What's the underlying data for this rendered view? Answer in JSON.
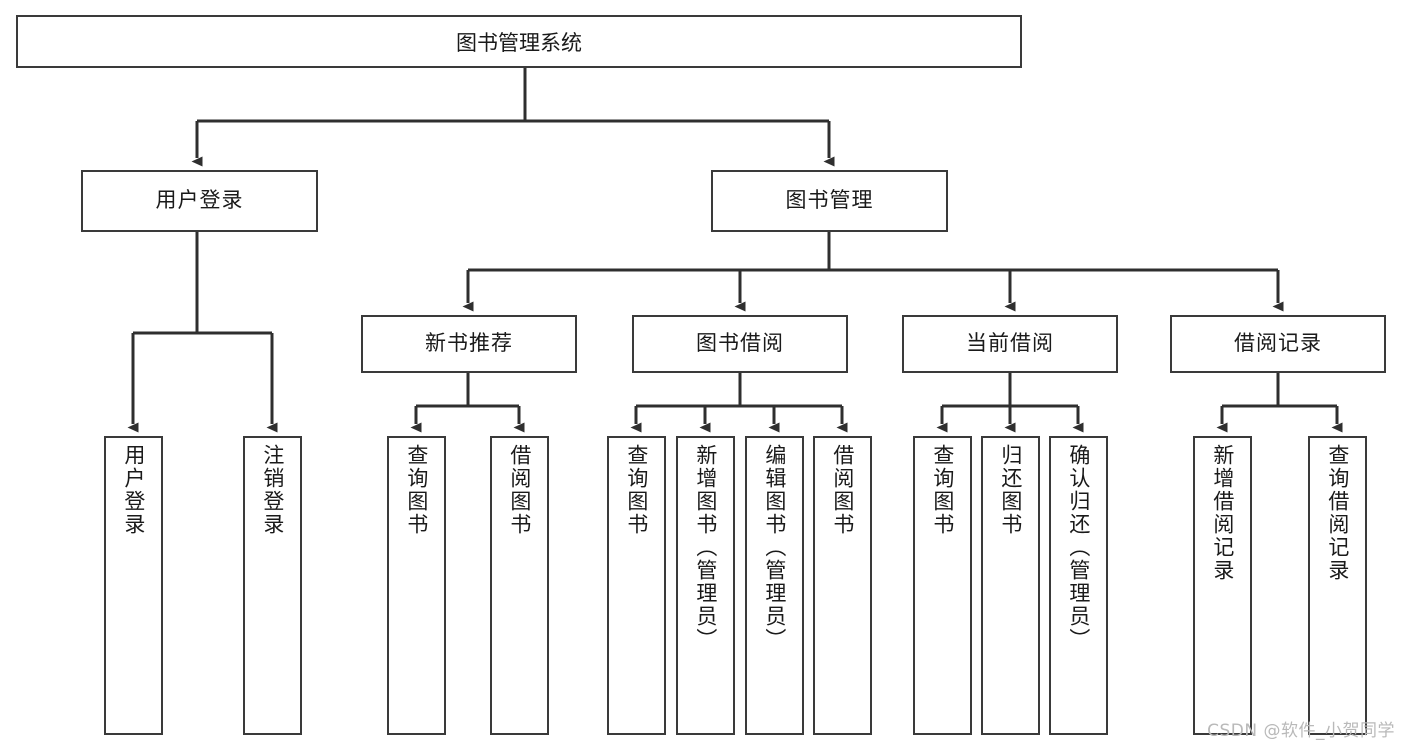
{
  "diagram": {
    "title": "图书管理系统",
    "type": "tree-hierarchy-chart",
    "watermark": "CSDN @软件_小贺同学",
    "colors": {
      "box_stroke": "#3a3a3a",
      "box_fill": "#ffffff",
      "edge": "#2f2f2f",
      "text": "#1a1a1a",
      "watermark": "#b9b9b9",
      "background": "#ffffff"
    },
    "root": {
      "label": "图书管理系统"
    },
    "level2": [
      {
        "label": "用户登录"
      },
      {
        "label": "图书管理"
      }
    ],
    "level3": [
      {
        "label": "新书推荐"
      },
      {
        "label": "图书借阅"
      },
      {
        "label": "当前借阅"
      },
      {
        "label": "借阅记录"
      }
    ],
    "leaves": {
      "user_login": [
        {
          "label": "用户登录"
        },
        {
          "label": "注销登录"
        }
      ],
      "new_book_recommend": [
        {
          "label": "查询图书"
        },
        {
          "label": "借阅图书"
        }
      ],
      "book_borrow": [
        {
          "label": "查询图书"
        },
        {
          "label": "新增图书（管理员）"
        },
        {
          "label": "编辑图书（管理员）"
        },
        {
          "label": "借阅图书"
        }
      ],
      "current_borrow": [
        {
          "label": "查询图书"
        },
        {
          "label": "归还图书"
        },
        {
          "label": "确认归还（管理员）"
        }
      ],
      "borrow_records": [
        {
          "label": "新增借阅记录"
        },
        {
          "label": "查询借阅记录"
        }
      ]
    }
  }
}
